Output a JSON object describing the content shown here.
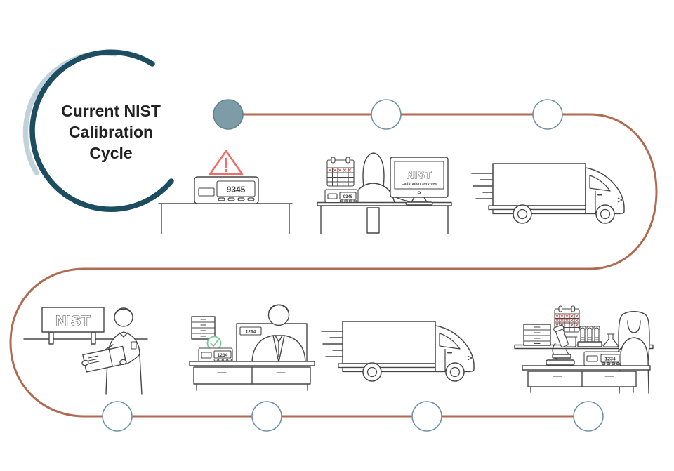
{
  "badge": {
    "title_lines": [
      "Current NIST",
      "Calibration",
      "Cycle"
    ],
    "ring_color": "#1c4d60",
    "shadow_color": "#c2d2da",
    "text_color": "#212121"
  },
  "cycle_path": {
    "line_color": "#b16a52",
    "node_fill_active": "#7e9ba8",
    "node_fill_default": "#ffffff",
    "node_stroke": "#6d93a2",
    "nodes": [
      {
        "id": "step-1",
        "state": "active"
      },
      {
        "id": "step-2",
        "state": "default"
      },
      {
        "id": "step-3",
        "state": "default"
      },
      {
        "id": "step-4",
        "state": "default"
      },
      {
        "id": "step-5",
        "state": "default"
      },
      {
        "id": "step-6",
        "state": "default"
      },
      {
        "id": "step-7",
        "state": "default"
      }
    ]
  },
  "stations": {
    "device_needs_calibration": {
      "display_value": "9345",
      "warning_color": "#ee6f67"
    },
    "schedule_with_nist": {
      "device_display": "9345",
      "monitor_logo": "NIST",
      "monitor_subtitle": "Calibration Services"
    },
    "shipping_to_nist": {},
    "nist_receiving": {
      "sign_text": "NIST"
    },
    "nist_checkin": {
      "shelf_label": "1234",
      "device_display": "1234",
      "check_color": "#7bc79c"
    },
    "return_shipping": {},
    "back_in_lab": {
      "device_display": "1234"
    }
  },
  "artwork": {
    "line_color": "#474747",
    "calendar_mark_color": "#d0534f"
  }
}
